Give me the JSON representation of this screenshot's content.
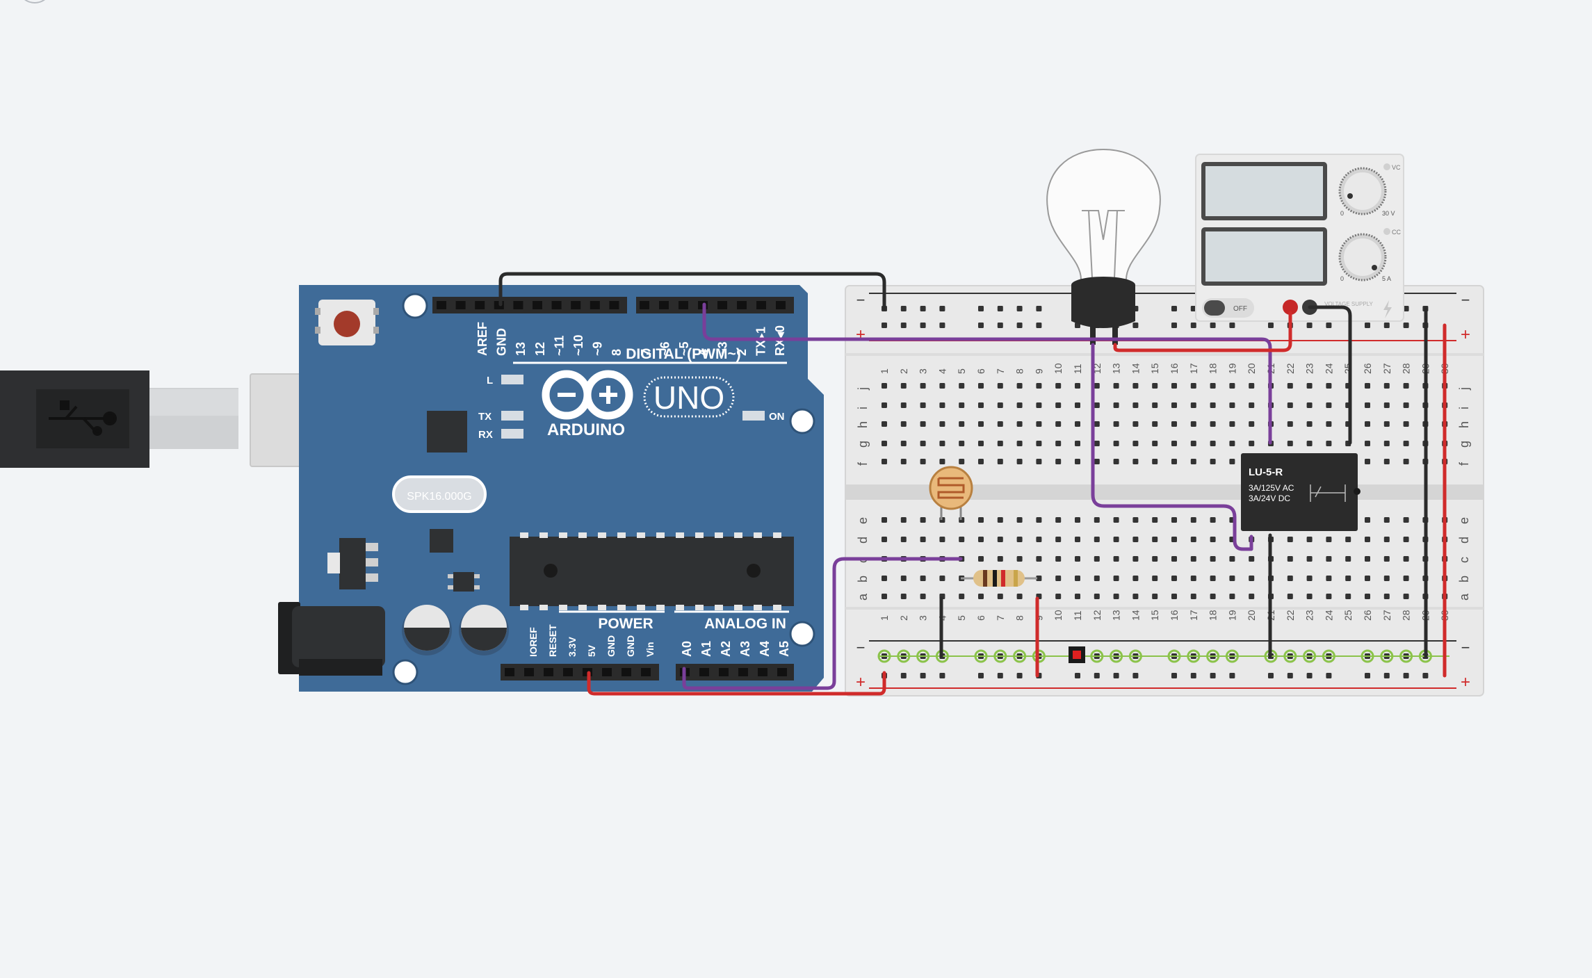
{
  "arduino": {
    "brand": "ARDUINO",
    "model": "UNO",
    "digital_title": "DIGITAL (PWM~)",
    "power_title": "POWER",
    "analog_title": "ANALOG IN",
    "digital_pins_left": [
      "AREF",
      "GND",
      "13",
      "12",
      "~11",
      "~10",
      "~9",
      "8"
    ],
    "digital_pins_right": [
      "7",
      "~6",
      "~5",
      "4",
      "~3",
      "2",
      "TX▸1",
      "RX◂0"
    ],
    "power_pins": [
      "IOREF",
      "RESET",
      "3.3V",
      "5V",
      "GND",
      "GND",
      "Vin"
    ],
    "analog_pins": [
      "A0",
      "A1",
      "A2",
      "A3",
      "A4",
      "A5"
    ],
    "led_l": "L",
    "led_tx": "TX",
    "led_rx": "RX",
    "led_on": "ON",
    "crystal": "SPK16.000G"
  },
  "breadboard": {
    "rows_top": [
      "j",
      "i",
      "h",
      "g",
      "f"
    ],
    "rows_bottom": [
      "e",
      "d",
      "c",
      "b",
      "a"
    ],
    "columns": [
      "1",
      "2",
      "3",
      "4",
      "5",
      "6",
      "7",
      "8",
      "9",
      "10",
      "11",
      "12",
      "13",
      "14",
      "15",
      "16",
      "17",
      "18",
      "19",
      "20",
      "21",
      "22",
      "23",
      "24",
      "25",
      "26",
      "27",
      "28",
      "29",
      "30"
    ],
    "minus": "−",
    "plus": "+"
  },
  "relay": {
    "name": "LU-5-R",
    "rating_ac": "3A/125V AC",
    "rating_dc": "3A/24V  DC"
  },
  "power_supply": {
    "switch_label": "OFF",
    "knob1_min": "0",
    "knob1_max": "30 V",
    "knob2_min": "0",
    "knob2_max": "5 A",
    "vc_label": "VC",
    "cc_label": "CC",
    "brand": "VOLTAGE SUPPLY"
  },
  "colors": {
    "background": "#f2f4f6",
    "arduino_blue": "#3f6b98",
    "wire_black": "#2b2b2b",
    "wire_red": "#d02b2b",
    "wire_purple": "#7a3f9a",
    "breadboard": "#e9e9e9",
    "rail_highlight": "#8bc34a"
  }
}
